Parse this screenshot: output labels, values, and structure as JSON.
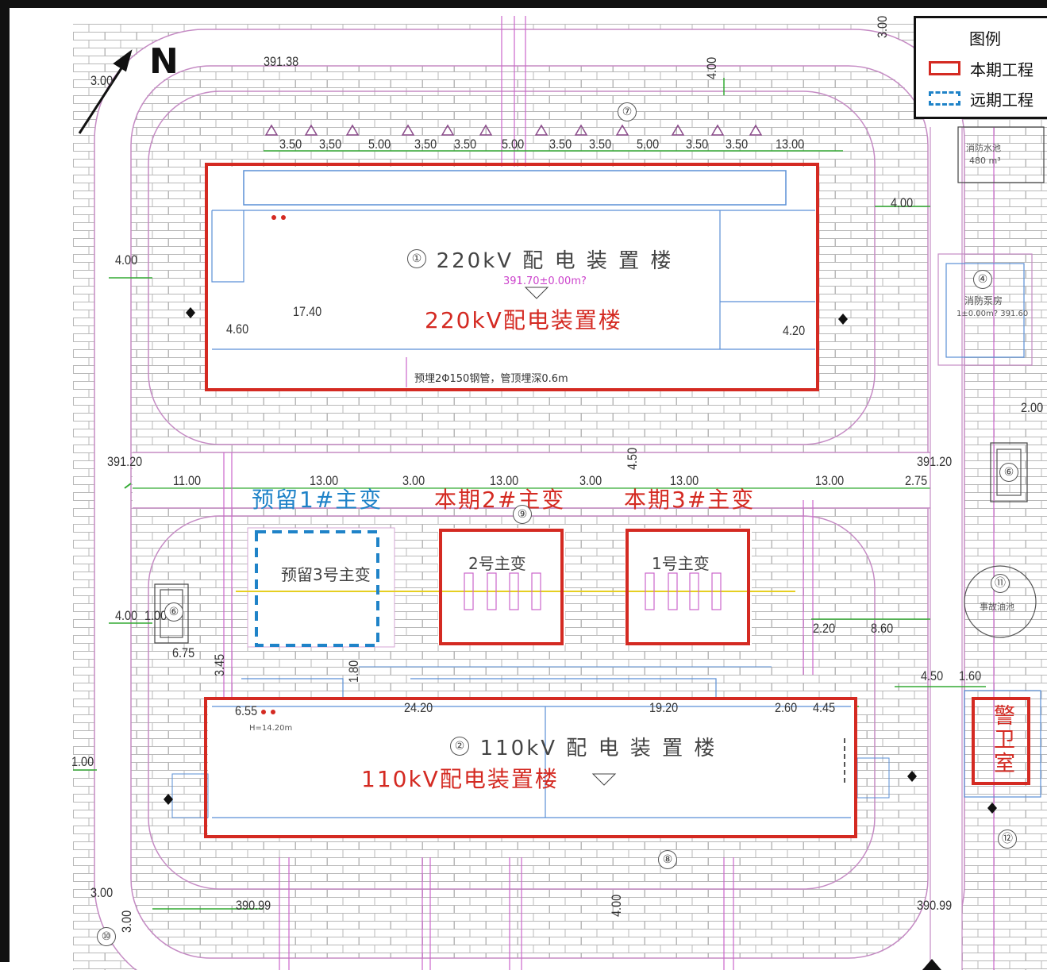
{
  "legend": {
    "title": "图例",
    "items": [
      {
        "label": "本期工程",
        "style": "solid",
        "color": "#d42a22"
      },
      {
        "label": "远期工程",
        "style": "dashed",
        "color": "#1f83c8"
      }
    ]
  },
  "north_label": "N",
  "buildings": {
    "b220_cad": "① 220kV 配 电 装 置 楼",
    "b220_highlight": "220kV配电装置楼",
    "b110_cad": "② 110kV 配 电 装 置 楼",
    "b110_highlight": "110kV配电装置楼",
    "guard_highlight": "警卫室",
    "cad_elev_220": "391.70±0.00m?",
    "cad_pipe_note": "预埋2Φ150钢管，管顶埋深0.6m",
    "cad_elev_110": "H=14.20m"
  },
  "transformers": {
    "reserve_label": "预留1#主变",
    "reserve_cad": "预留3号主变",
    "t2_label": "本期2#主变",
    "t2_cad": "2号主变",
    "t3_label": "本期3#主变",
    "t3_cad": "1号主变"
  },
  "aux": {
    "pump_room": "消防泵房",
    "pump_elev": "1±0.00m? 391.60",
    "fire_tank": "消防水池",
    "fire_tank_cap": "480 m³",
    "accident_pool": "事故油池"
  },
  "elevations": {
    "top": "391.38",
    "left_mid": "391.20",
    "right_mid": "391.20",
    "bottom_left": "390.99",
    "bottom_right": "390.99"
  },
  "dimensions": {
    "top_row": [
      "3.50",
      "3.50",
      "5.00",
      "3.50",
      "3.50",
      "5.00",
      "3.50",
      "3.50",
      "5.00",
      "3.50",
      "3.50",
      "13.00"
    ],
    "row_transformer": [
      "11.00",
      "13.00",
      "3.00",
      "13.00",
      "3.00",
      "13.00",
      "13.00",
      "2.75"
    ],
    "d_3_00_a": "3.00",
    "d_3_00_b": "3.00",
    "d_4_00_top": "4.00",
    "d_4_00_right": "4.00",
    "d_4_00_left": "4.00",
    "d_4_00_left2": "4.00",
    "d_17_40": "17.40",
    "d_4_60": "4.60",
    "d_4_20": "4.20",
    "d_2_00": "2.00",
    "d_4_50v": "4.50",
    "d_1_00": "1.00",
    "d_6_75": "6.75",
    "d_2_20": "2.20",
    "d_8_60": "8.60",
    "d_4_50": "4.50",
    "d_1_60": "1.60",
    "d_6_55": "6.55",
    "d_24_20": "24.20",
    "d_19_20": "19.20",
    "d_2_60": "2.60",
    "d_4_45": "4.45",
    "d_1_00b": "1.00",
    "d_3_00_c": "3.00",
    "d_3_45": "3.45",
    "d_1_80": "1.80",
    "d_3_00_d": "3.00",
    "d_4_00_bot": "4.00"
  },
  "markers": [
    "①",
    "②",
    "④",
    "⑥",
    "⑥",
    "⑦",
    "⑧",
    "⑨",
    "⑩",
    "⑪",
    "⑫"
  ],
  "colors": {
    "red": "#d42a22",
    "blue": "#1f83c8",
    "brick": "#b8b8b8",
    "road": "#c58bc4",
    "pipe": "#cc66cc",
    "green": "#33aa33",
    "yellow": "#e6cf22"
  }
}
